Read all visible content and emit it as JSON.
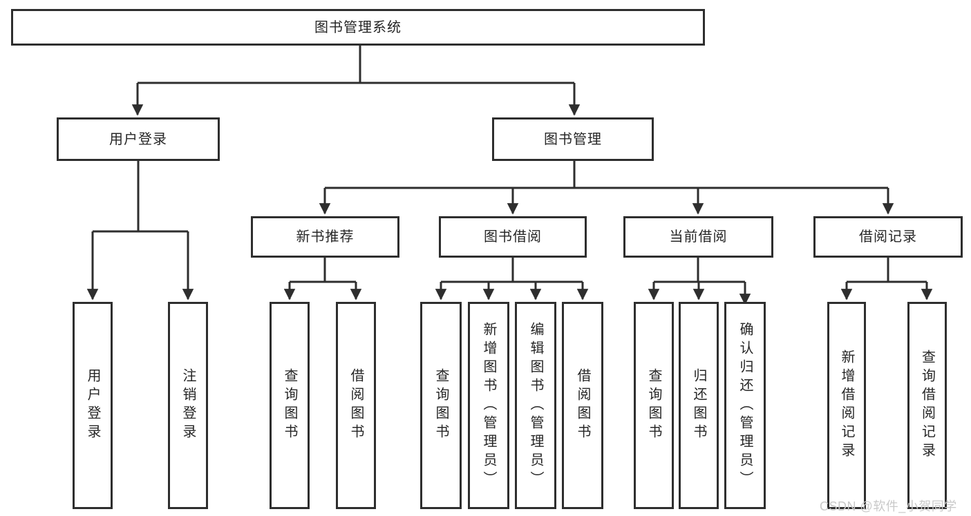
{
  "tree": {
    "root": "图书管理系统",
    "branches": [
      {
        "label": "用户登录",
        "leaves": [
          "用户登录",
          "注销登录"
        ]
      },
      {
        "label": "图书管理",
        "groups": [
          {
            "label": "新书推荐",
            "leaves": [
              "查询图书",
              "借阅图书"
            ]
          },
          {
            "label": "图书借阅",
            "leaves": [
              "查询图书",
              "新增图书（管理员）",
              "编辑图书（管理员）",
              "借阅图书"
            ]
          },
          {
            "label": "当前借阅",
            "leaves": [
              "查询图书",
              "归还图书",
              "确认归还（管理员）"
            ]
          },
          {
            "label": "借阅记录",
            "leaves": [
              "新增借阅记录",
              "查询借阅记录"
            ]
          }
        ]
      }
    ]
  },
  "watermark": "CSDN @软件_小贺同学",
  "colors": {
    "line": "#2e2e2e",
    "text": "#262626",
    "watermark": "#c9c9c9",
    "background": "#ffffff"
  }
}
